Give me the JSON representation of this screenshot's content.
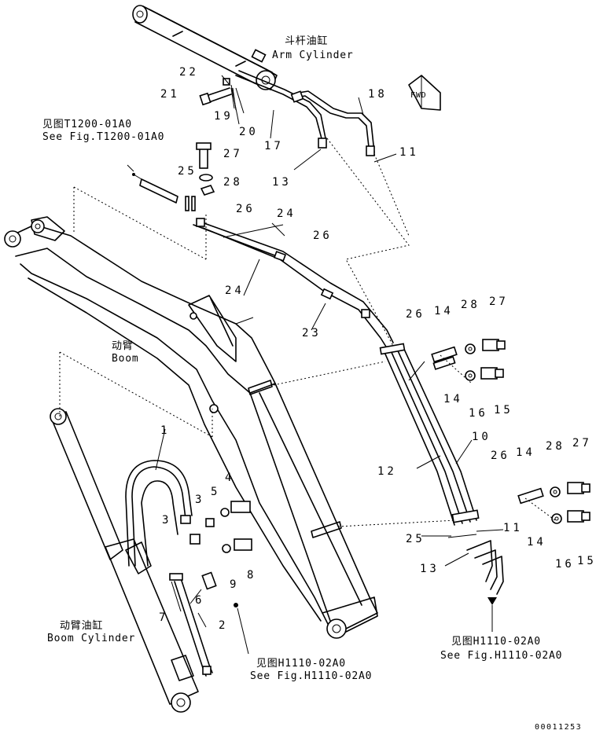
{
  "labels": {
    "arm_cylinder_cn": "斗杆油缸",
    "arm_cylinder_en": "Arm Cylinder",
    "boom_cn": "动臂",
    "boom_en": "Boom",
    "boom_cylinder_cn": "动臂油缸",
    "boom_cylinder_en": "Boom Cylinder",
    "ref_t1200_cn": "见图T1200-01A0",
    "ref_t1200_en": "See Fig.T1200-01A0",
    "ref_h1110_mid_cn": "见图H1110-02A0",
    "ref_h1110_mid_en": "See Fig.H1110-02A0",
    "ref_h1110_right_cn": "见图H1110-02A0",
    "ref_h1110_right_en": "See Fig.H1110-02A0",
    "fwd": "FWD",
    "doc_number": "00011253"
  },
  "callouts": {
    "c1": "1",
    "c2": "2",
    "c3a": "3",
    "c3b": "3",
    "c4": "4",
    "c5": "5",
    "c6": "6",
    "c7": "7",
    "c8": "8",
    "c9": "9",
    "c10": "10",
    "c11a": "11",
    "c11b": "11",
    "c12": "12",
    "c13a": "13",
    "c13b": "13",
    "c14a": "14",
    "c14b": "14",
    "c14c": "14",
    "c14d": "14",
    "c15a": "15",
    "c15b": "15",
    "c16a": "16",
    "c16b": "16",
    "c17": "17",
    "c18": "18",
    "c19": "19",
    "c20": "20",
    "c21": "21",
    "c22": "22",
    "c23": "23",
    "c24a": "24",
    "c24b": "24",
    "c25a": "25",
    "c25b": "25",
    "c26a": "26",
    "c26b": "26",
    "c26c": "26",
    "c26d": "26",
    "c27a": "27",
    "c27b": "27",
    "c27c": "27",
    "c28a": "28",
    "c28b": "28",
    "c28c": "28"
  }
}
